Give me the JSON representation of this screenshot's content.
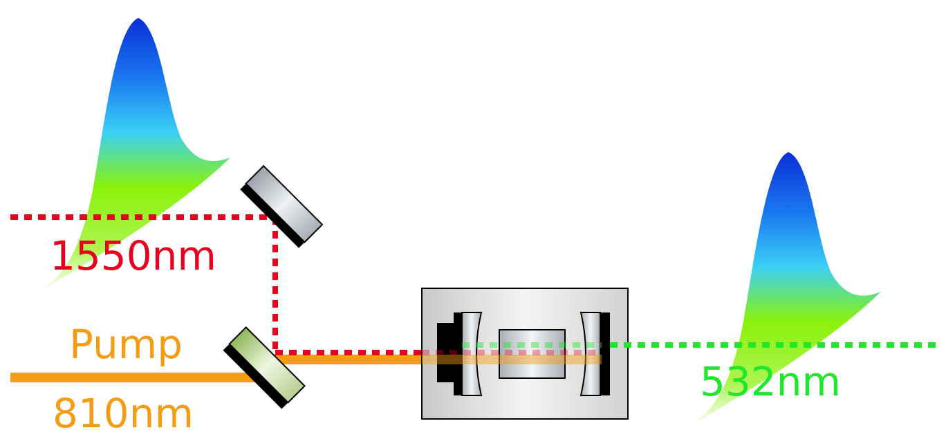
{
  "labels": {
    "signal": "1550nm",
    "pump_name": "Pump",
    "pump_wavelength": "810nm",
    "output": "532nm"
  },
  "colors": {
    "signal": "#e8001c",
    "pump": "#f49c12",
    "output": "#1fe82a",
    "mirror_face": "#c8ccd2",
    "mirror_back": "#000000",
    "dichroic_face": "#c9e6a8",
    "cavity_box": "#dcdcdc",
    "pulse_top": "#0a2fd8",
    "pulse_mid": "#3ad0f5",
    "pulse_low": "#8af20a"
  },
  "icons": {
    "mirror": "fold-mirror-icon",
    "dichroic": "dichroic-mirror-icon",
    "cavity": "sfg-cavity-icon",
    "pulse": "gaussian-pulse-icon"
  }
}
